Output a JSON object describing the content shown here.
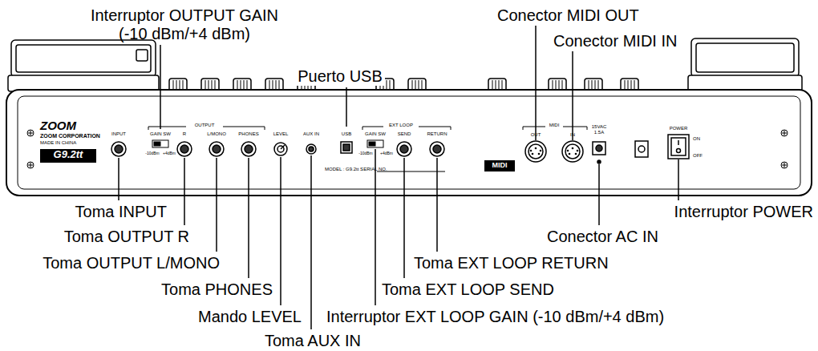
{
  "diagram": {
    "labels": [
      "Interruptor OUTPUT GAIN (-10 dBm/+4 dBm)",
      "Puerto USB",
      "Conector MIDI OUT",
      "Conector MIDI IN",
      "Toma INPUT",
      "Toma OUTPUT R",
      "Toma OUTPUT L/MONO",
      "Toma PHONES",
      "Mando LEVEL",
      "Toma AUX IN",
      "Interruptor EXT LOOP GAIN (-10 dBm/+4 dBm)",
      "Toma EXT LOOP SEND",
      "Toma EXT LOOP RETURN",
      "Conector AC IN",
      "Interruptor POWER",
      "ZOOM",
      "ZOOM CORPORATION",
      "MADE IN CHINA",
      "G9.2tt",
      "INPUT",
      "OUTPUT",
      "GAIN SW",
      "-10dBm",
      "+4dBm",
      "R",
      "L/MONO",
      "PHONES",
      "LEVEL",
      "AUX IN",
      "USB",
      "EXT LOOP",
      "GAIN SW",
      "-10dBm",
      "+4dBm",
      "SEND",
      "RETURN",
      "MODEL : G9.2tt SERIAL NO.",
      "MIDI",
      "OUT",
      "IN",
      "MIDI",
      "15VAC 1.5A",
      "POWER",
      "ON",
      "OFF"
    ]
  }
}
